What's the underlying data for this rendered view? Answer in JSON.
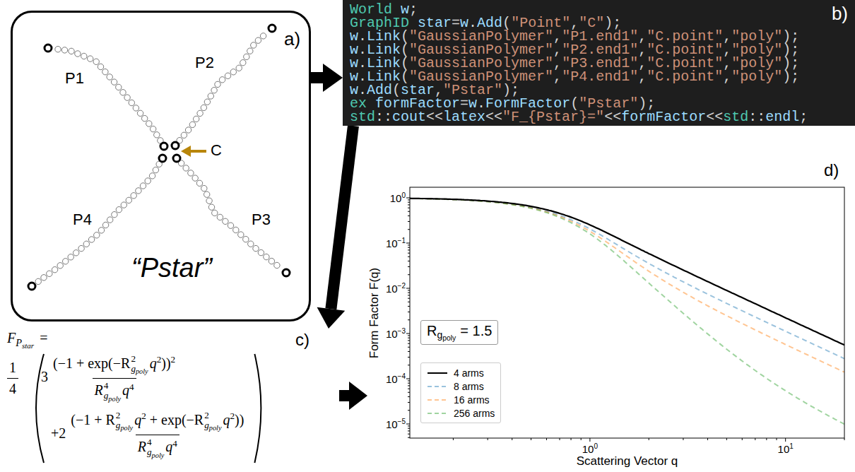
{
  "diagram": {
    "nodes": [
      {
        "text": [
          "a)",
          "“Pstar”"
        ]
      },
      {
        "text": [
          "World w;",
          "GraphID star=w.Add(\"Point\",\"C\");",
          "w.Link(\"GaussianPolymer\",\"P1.end1\",\"C.point\",\"poly\");",
          "w.Link(\"GaussianPolymer\",\"P2.end1\",\"C.point\",\"poly\");",
          "w.Link(\"GaussianPolymer\",\"P3.end1\",\"C.point\",\"poly\");",
          "w.Link(\"GaussianPolymer\",\"P4.end1\",\"C.point\",\"poly\");",
          "w.Add(star,\"Pstar\");",
          "ex formFactor=w.FormFactor(\"Pstar\");",
          "std::cout<<latex<<\"F_{Pstar}=\"<<formFactor<<std::endl;",
          "b)"
        ]
      },
      {
        "text": [
          "c)",
          "F",
          "P",
          "star",
          "=",
          "1",
          "4",
          "3",
          "(−1 + exp(−R",
          "2",
          "g",
          "poly",
          "q",
          "2",
          "))",
          "2",
          "R",
          "4",
          "g",
          "poly",
          "q",
          "4",
          "+2",
          "(−1 + R",
          "2",
          "g",
          "poly",
          "q",
          "2",
          "+ exp(−R",
          "2",
          "g",
          "poly",
          "q",
          "2",
          "))",
          "R",
          "4",
          "g",
          "poly",
          "q",
          "4"
        ]
      },
      {
        "text": [
          "d)",
          "Form Factor F(q)",
          "Scattering Vector q"
        ]
      },
      {
        "text": [
          "R",
          "g",
          "poly",
          "= 1.5"
        ],
        "in": 3
      }
    ],
    "edges": [
      {
        "from": 0,
        "to": 1,
        "arrow": "to"
      },
      {
        "from": 1,
        "to": 2,
        "arrow": "to"
      },
      {
        "from": 2,
        "to": 3,
        "arrow": "to"
      }
    ],
    "labels": [
      "P1",
      "P2",
      "P3",
      "P4",
      "C",
      "10",
      "0",
      "10",
      "−1",
      "10",
      "−2",
      "10",
      "−3",
      "10",
      "−4",
      "10",
      "−5",
      "10",
      "0",
      "10",
      "1"
    ],
    "legend": [
      {
        "text": "4 arms"
      },
      {
        "text": "8 arms"
      },
      {
        "text": "16 arms"
      },
      {
        "text": "256 arms"
      }
    ]
  }
}
